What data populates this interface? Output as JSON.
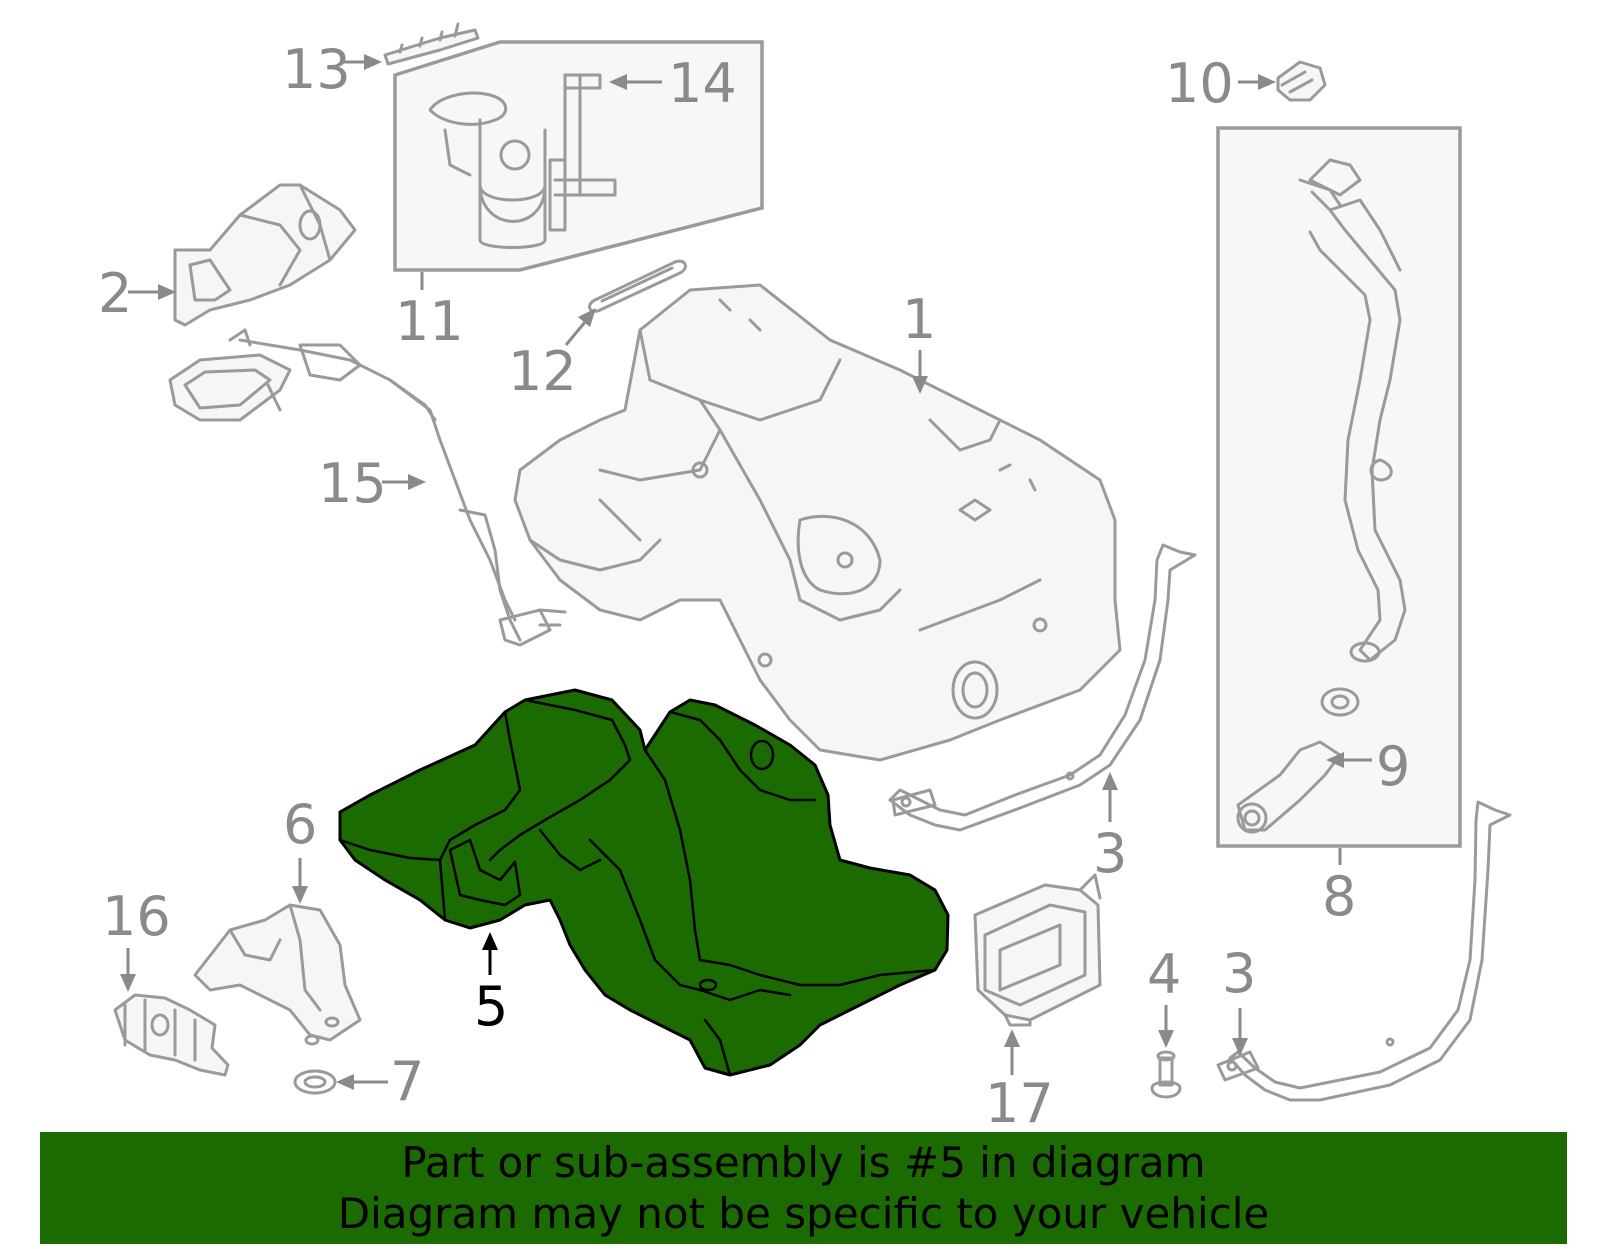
{
  "callouts": {
    "c1": "1",
    "c2": "2",
    "c3a": "3",
    "c3b": "3",
    "c4": "4",
    "c5": "5",
    "c6": "6",
    "c7": "7",
    "c8": "8",
    "c9": "9",
    "c10": "10",
    "c11": "11",
    "c12": "12",
    "c13": "13",
    "c14": "14",
    "c15": "15",
    "c16": "16",
    "c17": "17"
  },
  "highlighted_part": "5",
  "colors": {
    "highlight": "#1c6b00",
    "line_gray": "#9a9a9a",
    "banner_text": "#000000"
  },
  "banner": {
    "line1": "Part or sub-assembly is #5 in diagram",
    "line2": "Diagram may not be specific to your vehicle"
  }
}
